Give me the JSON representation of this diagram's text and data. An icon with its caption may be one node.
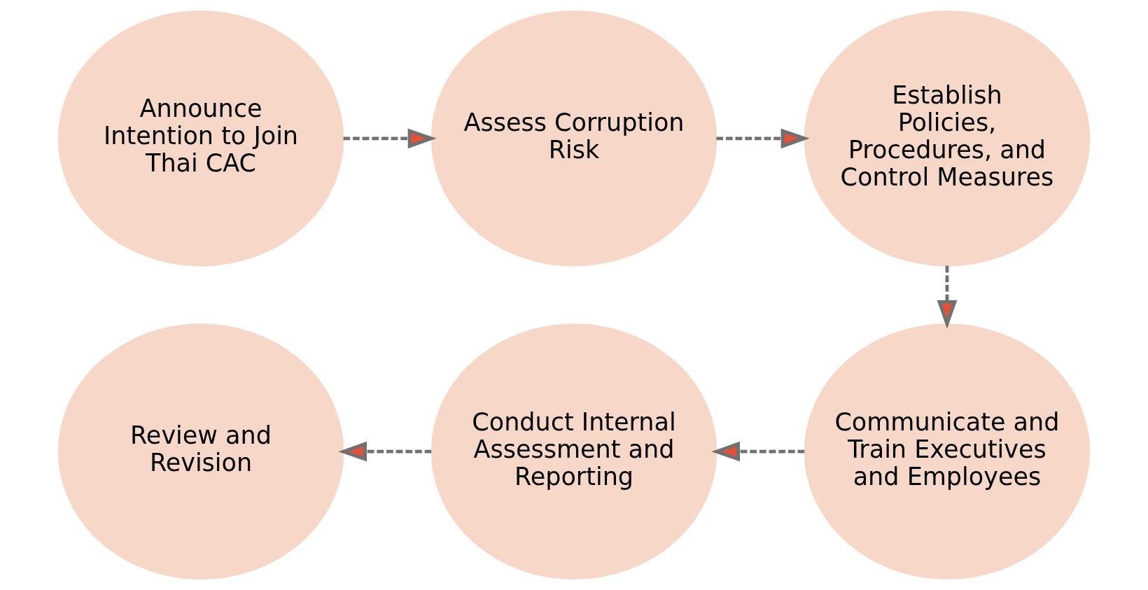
{
  "diagram": {
    "nodes": [
      {
        "text": [
          "Announce Intention to Join Thai CAC"
        ]
      },
      {
        "text": [
          "Assess Corruption Risk"
        ]
      },
      {
        "text": [
          "Establish Policies, Procedures, and Control Measures"
        ]
      },
      {
        "text": [
          "Review and Revision"
        ]
      },
      {
        "text": [
          "Conduct Internal Assessment and Reporting"
        ]
      },
      {
        "text": [
          "Communicate and Train Executives and Employees"
        ]
      }
    ],
    "edges": [
      {
        "from": 0,
        "to": 1,
        "arrow": "to",
        "style": "dashed"
      },
      {
        "from": 1,
        "to": 2,
        "arrow": "to",
        "style": "dashed"
      },
      {
        "from": 2,
        "to": 5,
        "arrow": "to",
        "style": "dashed"
      },
      {
        "from": 5,
        "to": 4,
        "arrow": "to",
        "style": "dashed"
      },
      {
        "from": 4,
        "to": 3,
        "arrow": "to",
        "style": "dashed"
      }
    ]
  }
}
